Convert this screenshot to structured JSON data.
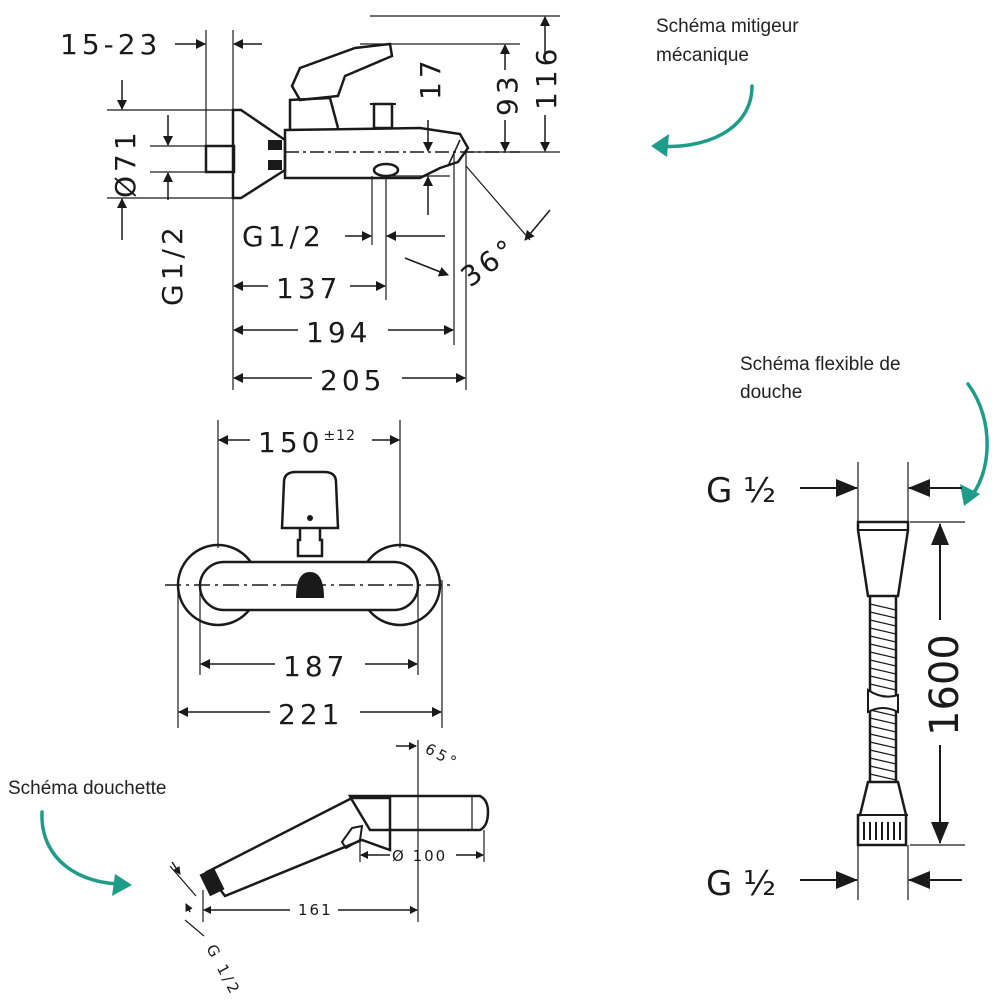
{
  "captions": {
    "mixer": [
      "Schéma mitigeur",
      "mécanique"
    ],
    "hose": [
      "Schéma flexible de",
      "douche"
    ],
    "handshower": "Schéma douchette"
  },
  "mixer_side": {
    "d_15_23": "15-23",
    "d_o71": "Ø71",
    "d_g12_vertical": "G1/2",
    "d_g12_spout": "G1/2",
    "d_17": "17",
    "d_93": "93",
    "d_116": "116",
    "d_36": "36°",
    "d_137": "137",
    "d_194": "194",
    "d_205": "205"
  },
  "mixer_front": {
    "d_150": "150",
    "d_150_tol": "±12",
    "d_187": "187",
    "d_221": "221"
  },
  "hose": {
    "g_top": "G ½",
    "g_bottom": "G ½",
    "length": "1600"
  },
  "handshower": {
    "d_65": "65°",
    "d_100": "Ø 100",
    "d_161": "161",
    "g": "G 1/2"
  },
  "colors": {
    "accent": "#1e9c8a",
    "line": "#1a1a1a"
  }
}
